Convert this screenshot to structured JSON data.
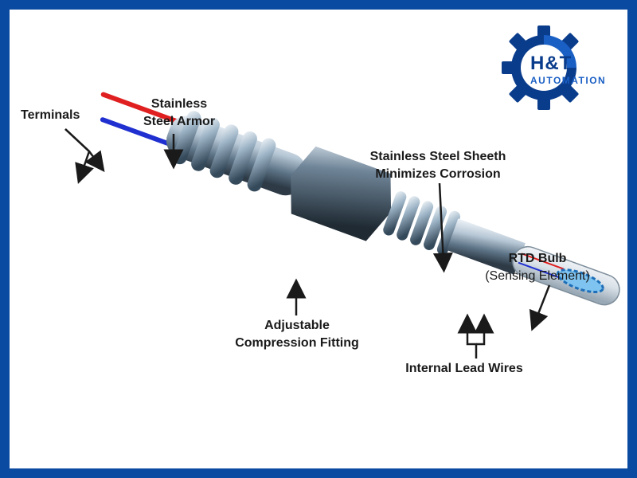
{
  "labels": {
    "terminals": "Terminals",
    "armor_line1": "Stainless",
    "armor_line2": "Steel Armor",
    "sheeth_line1": "Stainless Steel Sheeth",
    "sheeth_line2": "Minimizes Corrosion",
    "bulb_line1": "RTD Bulb",
    "bulb_line2": "(Sensing Element)",
    "fitting_line1": "Adjustable",
    "fitting_line2": "Compression Fitting",
    "lead_wires": "Internal Lead Wires"
  },
  "logo": {
    "line1": "H&T",
    "line2": "AUTOMATION"
  },
  "colors": {
    "frame": "#0a4aa0",
    "red_wire": "#e02020",
    "blue_wire": "#2030d0",
    "steel": "#8aa3b8",
    "logo_blue": "#0a3c8c"
  }
}
